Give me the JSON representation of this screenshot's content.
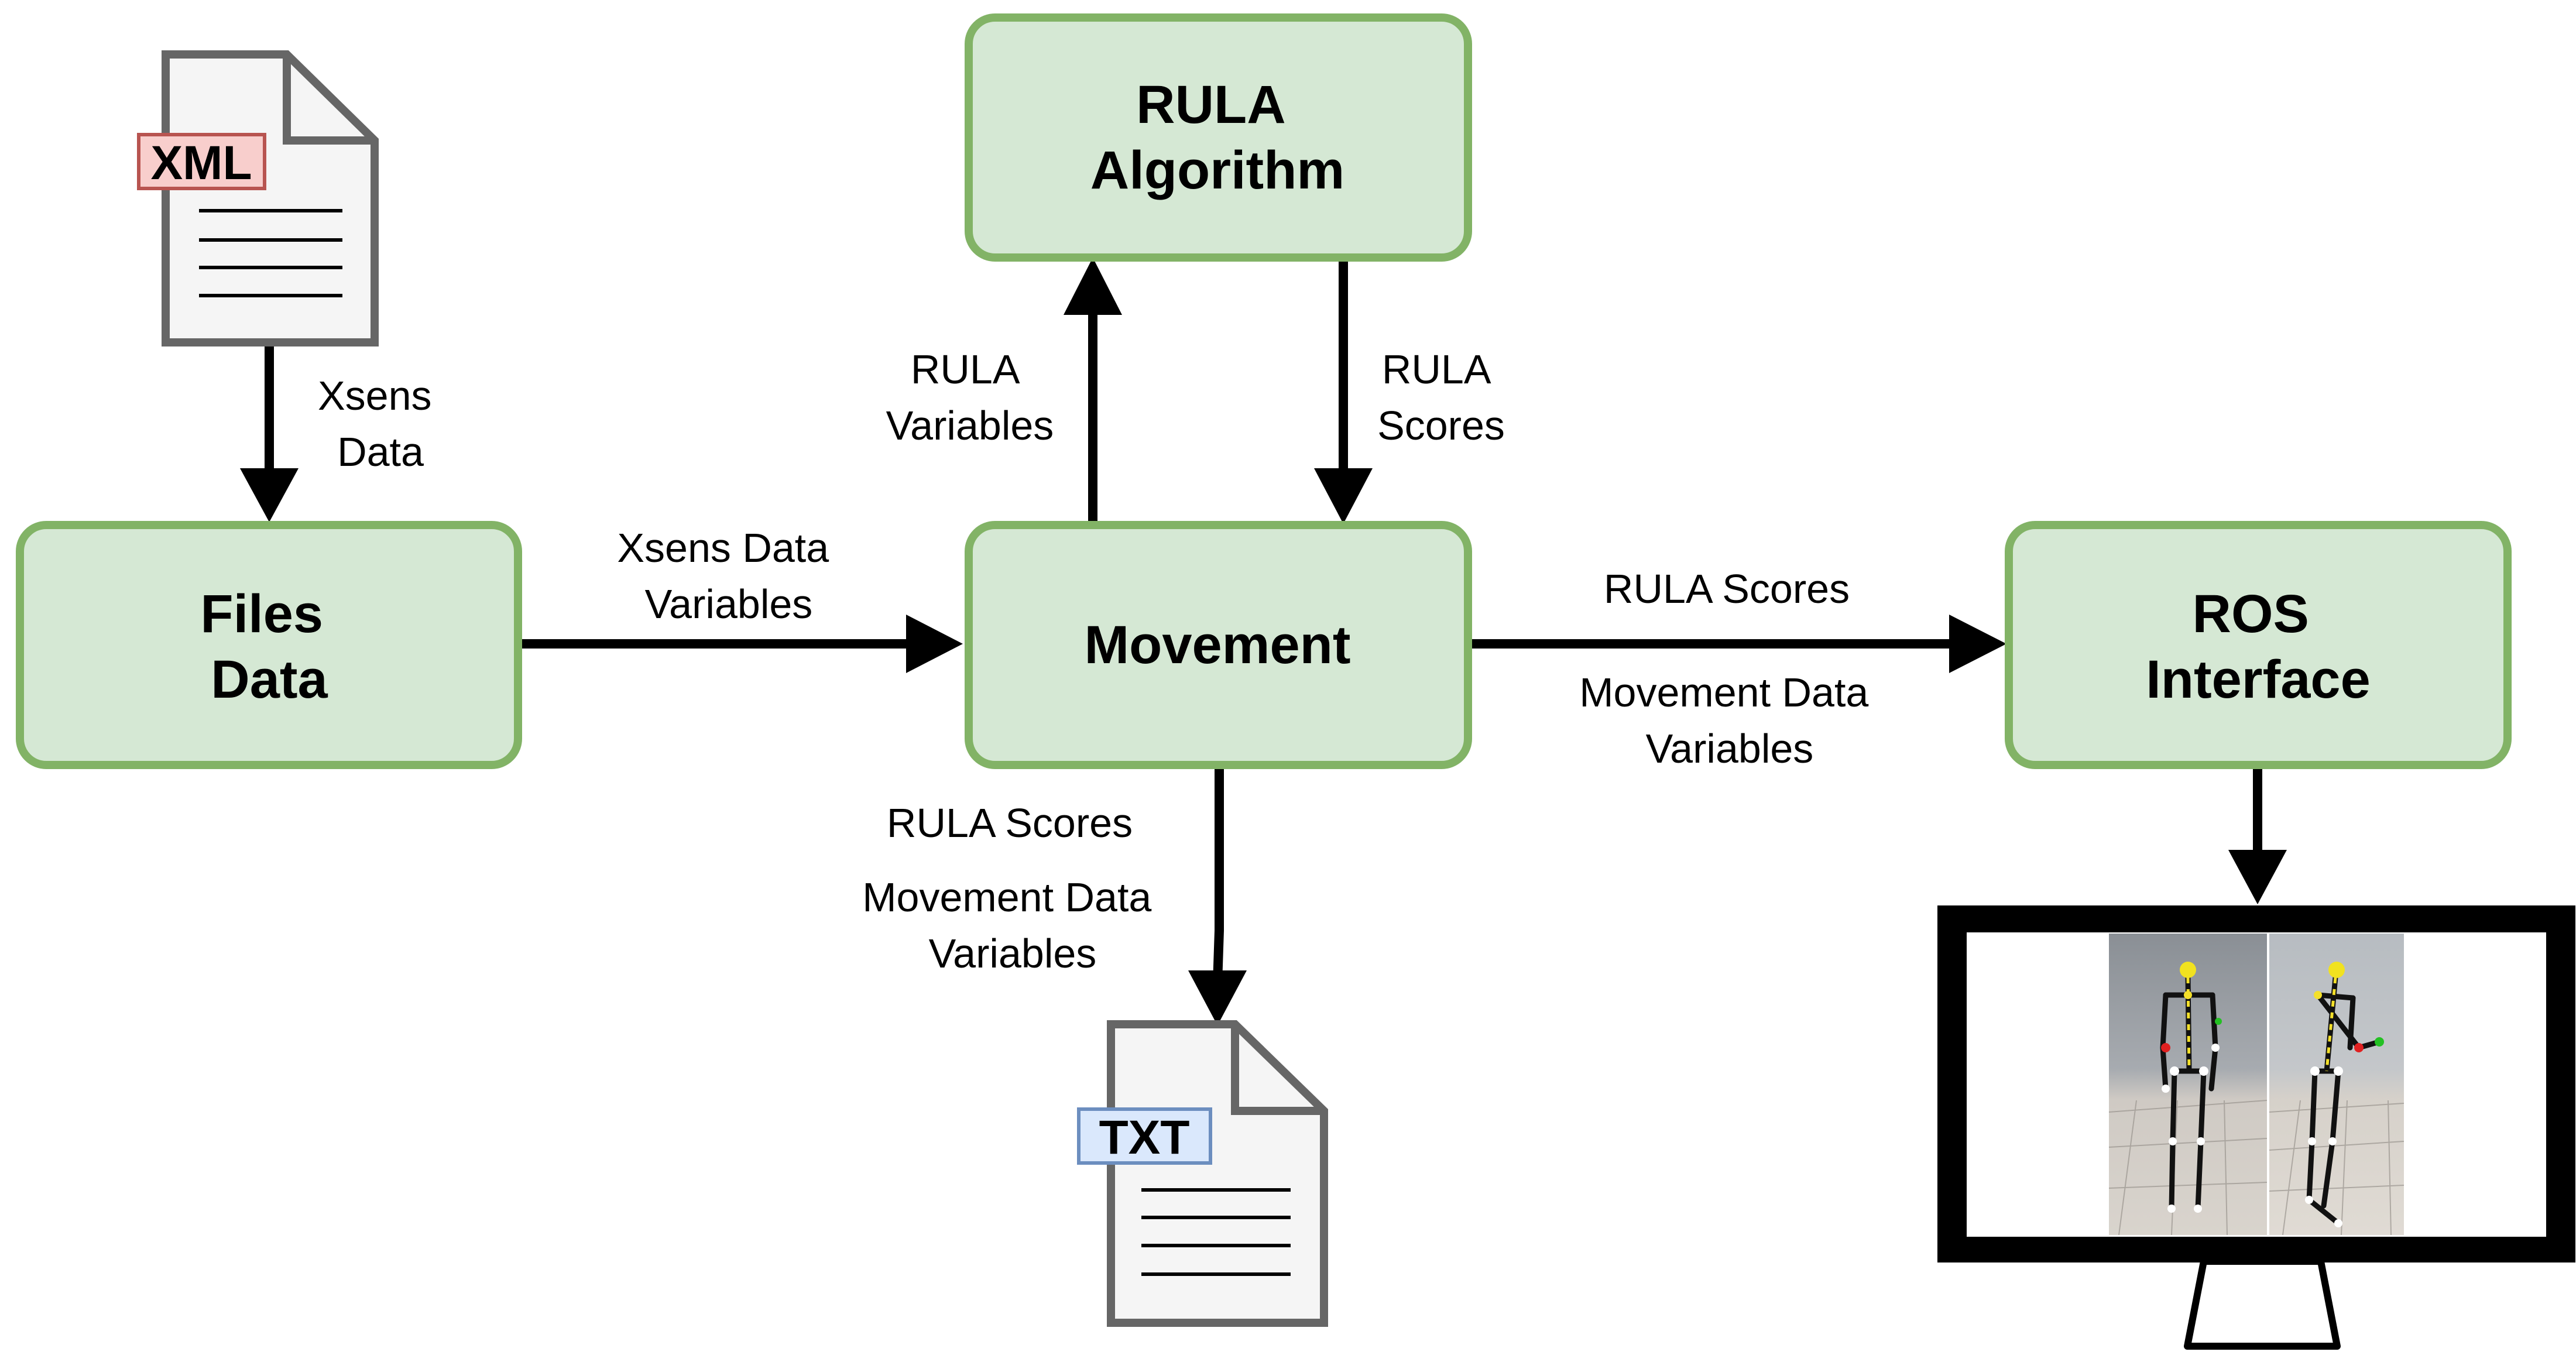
{
  "diagram": {
    "nodes": {
      "files_data": [
        "Files",
        "Data"
      ],
      "movement": [
        "Movement"
      ],
      "rula_algorithm": [
        "RULA",
        "Algorithm"
      ],
      "ros_interface": [
        "ROS",
        "Interface"
      ]
    },
    "files": {
      "xml_tag": "XML",
      "txt_tag": "TXT"
    },
    "edges": {
      "xml_to_files": [
        "Xsens",
        "Data"
      ],
      "files_to_movement": [
        "Xsens Data",
        "Variables"
      ],
      "movement_to_rula": [
        "RULA",
        "Variables"
      ],
      "rula_to_movement": [
        "RULA",
        "Scores"
      ],
      "movement_to_ros_top": [
        "RULA Scores"
      ],
      "movement_to_ros_bottom": [
        "Movement Data",
        "Variables"
      ],
      "movement_to_txt_top": [
        "RULA Scores"
      ],
      "movement_to_txt_bottom": [
        "Movement Data",
        "Variables"
      ]
    }
  },
  "colors": {
    "box_fill": "#d5e8d4",
    "box_stroke": "#82b366",
    "xml_tag_fill": "#f8cecc",
    "xml_tag_stroke": "#b85450",
    "txt_tag_fill": "#dae8fc",
    "txt_tag_stroke": "#6c8ebf"
  },
  "icons": {
    "xml_file": "document-icon",
    "txt_file": "document-icon",
    "monitor": "monitor-icon"
  }
}
